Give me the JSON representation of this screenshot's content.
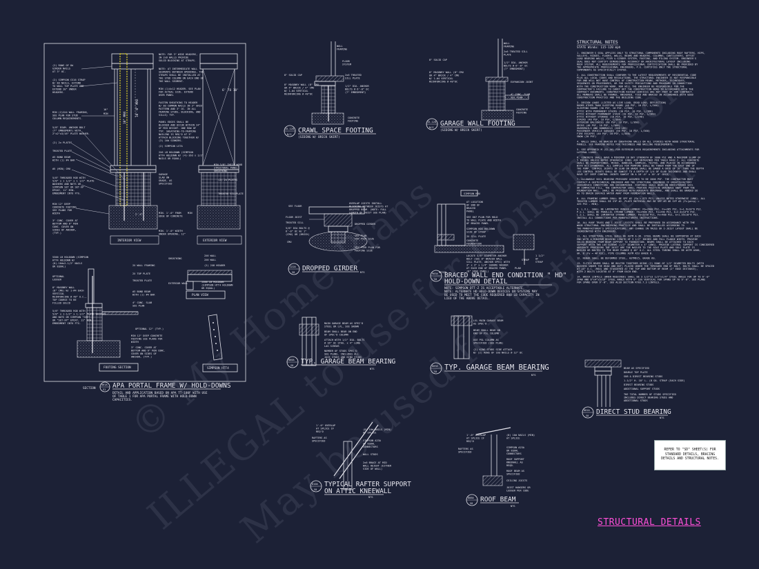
{
  "watermark": {
    "lines": [
      "© My Home Plans",
      "ILLEGAL to use for Construction",
      "May be used for Estimation"
    ]
  },
  "portal_frame": {
    "notes_left": [
      "(2) ROWS OF 8d",
      "GIRDER NAILS",
      "AT 3\" OC.",
      "(2) SIMPSON CS16 STRAP",
      "W/ 8d NAILS, EXTEND",
      "TO WALL TOP PLATE AND",
      "EXTEND 20\" UNDER",
      "HEADERS.",
      "MIN (2)2X4 WALL FRAMING,",
      "SEE PLAN FOR STUD",
      "COLUMN REQUIREMENTS.",
      "5/8\" DIAM. ANCHOR BOLT",
      "(7\" EMBEDMENT) WITH",
      "2\"x2\"x3/16\" PLATE WASHER.",
      "(2) 2x PLATES",
      "TREATED PLATE",
      "#3 BOND BEAM",
      "WITH (1) #4 BAR",
      "#5 (MIN) CMU",
      "5/8\" THREADED ROD WITH",
      "5/8\" x 1 1/2\" x 1 1/2\" PLATE",
      "WASHERS AND NUTS OR",
      "SIMPSON SET OR SET-XP",
      "EPOXY, 11\" MIN.",
      "EMBEDMENT INTO FTG.",
      "MIN 12\" DEEP",
      "CONCRETE FOOTING",
      "SEE PLANS FOR",
      "WIDTH",
      "3\" CONC. COVER AT",
      "BOTTOM AND 6\" MIN",
      "CONC. COVER ON",
      "SIDES OF ANCHOR,",
      "(TYP.)"
    ],
    "notes_right": [
      "NOTE: FOR 3\" WIDE HEADERS,",
      "IN 2x6 WALLS PROVIDE",
      "SOLID BLOCKING AT STRAPS.",
      "NOTE: AT INTERMEDIATE WALL",
      "SEGMENTS BETWEEN OPENINGS, THE",
      "STRAPS SHALL BE INSTALLED AT",
      "THE STUD COLUMN ON EACH END OF",
      "THE WALL SEGMENT.",
      "MIN (1)4x12 HEADER. SEE PLAN",
      "FOR ACTUAL SIZE. EXTEND",
      "OVER PANEL",
      "FASTEN SHEATHING TO HEADER",
      "W/ 8d COMMON NAILS IN 3\" GRID",
      "PATTERN AND 3\" OC. IN ALL",
      "FRAMING STUDS, BLOCKING, AND",
      "SILLS) TYP.",
      "PANEL EDGES SHALL BE",
      "BLOCKED AND OCCUR WITHIN 24\"",
      "OF MID HEIGHT. ONE ROW OF",
      "TYP. SHEATHING-TO-FRAMING",
      "NAILING IS REQ'D AT 3\"",
      "ATTACH BLOCKING TOGETHER W/",
      "(3) 16d SINKERS.",
      "(2) SIMPSON LSTA",
      "2X6 LB HOLDOWN (SIMPSON",
      "HTT4 HOLDOWN W/ (4)-16d x 1/2\"",
      "NAILS OR EQUAL)",
      "GARAGE",
      "SLAB ON",
      "GRADE, AS",
      "SPECIFIED",
      "MIN. 1'-0\" FROM",
      "EDGE OF CONCRETE",
      "MIN. 1'-0\" WIDTH",
      "UNDER OPENING, 12\""
    ],
    "notes_far": [
      "MIN 3/8\" THICK WOOD",
      "STRUCTURAL PANEL",
      "SHEATHING",
      "(2) 2x PLATES",
      "TREATED SILLPLATE"
    ],
    "dims": [
      "6' TO 18'",
      "16\"",
      "10\" MAX",
      "MIN",
      "10'-0\" MAX",
      "2'-6\"",
      "MIN"
    ],
    "interior_label": "INTERIOR VIEW",
    "exterior_label": "EXTERIOR VIEW",
    "footing_notes": [
      "5300 LB HOLDOWN (SIMPSON",
      "HTT4 HOLDOWN W/",
      "(8)-16dx2-1/2\" NAILS",
      "OR EQUAL)",
      "OPTIONAL",
      "LEDGER",
      "8\" MASONRY WALL",
      "(8\" CMU) W/ 1-#4 EACH",
      "VERTICAL",
      "REINFORCING @ 48\" O.C.,",
      "TOP COURSE TO BE",
      "FILLED SOLID",
      "5/8\" THREADED ROD WITH",
      "5/8\" x 1-1/2\" x 1-1/2\" PLATE WASHERS",
      "AND NUTS OR SIMPSON \"SET\"",
      "OR \"SET-XP\" EPOXY, 11\" MIN.",
      "EMBEDMENT INTO FTG."
    ],
    "footing_right": [
      "2X WALL FRAMING",
      "2X TOP PLATE",
      "TREATED PLATE",
      "#3 BOND BEAM",
      "WITH (1) #4 BAR",
      "4\" CONC. SLAB",
      "SEE PLAN",
      "OPTIONAL 12\" (TYP.)",
      "MIN 12\" DEEP CONCRETE",
      "FOOTING SEE PLANS FOR",
      "WIDTH",
      "3\" CONC. COVER AT",
      "BOTTOM AND 6\" MIN CONC.",
      "COVER ON SIDES OF",
      "ANCHOR, (TYP.)"
    ],
    "plan_notes": [
      "SHEATHING",
      "EXTERIOR WALL",
      "2X6 WALL",
      "2X6 WALL",
      "(2) 2X8 HEADER",
      "5300 LB HOLDOWN",
      "(SIMPSON HTT4 HOLDOWN",
      "OR EQUAL)"
    ],
    "plan_label": "PLAN VIEW",
    "footing_label": "FOOTING SECTION",
    "simpson_label": "SIMPSON HTT4",
    "section_label": "SECTION",
    "tag": "801A",
    "tag_sheet": "S1",
    "title": "APA PORTAL FRAME W/ HOLD-DOWNS",
    "desc": [
      "DETAIL AND APPLICATION BASED ON APA TT-100F WITH USE",
      "OF TABLE 1 FOR APA PORTAL FRAME WITH HOLD-DOWN",
      "CAPACITIES."
    ]
  },
  "crawl": {
    "notes": [
      "8\" SOLID CAP",
      "8\" MASONRY WALL (8\" CMU",
      "OR 4\" BRICK / 4\" CMU",
      "W/ 1-#4 VERTICAL",
      "REINFORCING @ 48\"OC",
      "WALL",
      "FRAMING",
      "FLOOR",
      "SYSTEM",
      "2x6 TREATED",
      "SILL PLATE",
      "1/2\" DIA. ANCHOR",
      "BOLTS @ 6'-0\" OC",
      "(7\" EMBEDMENT)",
      "CONCRETE",
      "FOOTING",
      "4\" CONC. SLAB",
      "SEE PLAN",
      "EXPANSION JOINT",
      "2x6 TREATED SILL",
      "PLATE",
      "1/2\" DIA. ANCHOR",
      "BOLTS @ 6'-0\" OC",
      "(7\" EMBEDMENT)"
    ],
    "tag": "15-120",
    "tag_sheet": "N/S",
    "title": "CRAWL SPACE FOOTING",
    "sub": "(SIDING W/ BRICK SKIRT)",
    "tag2": "15-120",
    "tag2_sheet": "N/S",
    "title2": "GARAGE WALL FOOTING",
    "sub2": "(SIDING W/ BRICK SKIRT)"
  },
  "dropped": {
    "notes": [
      "SEE FLOOR",
      "FLOOR JOIST",
      "TREATED SILL",
      "5/8\" DIA BOLTS @",
      "6'-0\" OC W/ 1\"",
      "(CMU) OR (BRICK)",
      "OVERLAP JOISTS INSTALL",
      "BLOCKING BETWEEN JOISTS AT",
      "DROPPED BEAM. (NOTE: FULL",
      "LENGTH OF JOIST SEE PLAN)",
      "DROPPED GIRDER",
      "SEE PLAN",
      "FOR PIER SIZE",
      "SEE PIER PLAN FOR",
      "FOOTING SIZE",
      "CMU"
    ],
    "tag": "122A",
    "tag_sheet": "S0",
    "title": "DROPPED GIRDER",
    "scale": "NTS"
  },
  "braced": {
    "notes": [
      "SIMPSON HDU",
      "AT LOCATION",
      "OF END OF",
      "BRACED",
      "PANEL",
      "SEE 807 PLAN FOR HOLD",
      "TO WALL PLATE AND WIDTH",
      "OF BRACED PANEL",
      "SIMPSON HDU HOLDOWN",
      "SIZE OF STRAP",
      "2X SILL PLATE",
      "CONCRETE",
      "FOUNDATION",
      "LOCATE 5/8\" DIAMETER ANCHOR",
      "BOLT (SEE 8\" BRACED WALL",
      "SILL PLATE, ANCHOR SPEC) WITH",
      "3\" x 3\" x 1/4\" SQUARE WASHER",
      "AT EACH END OF BRACED PANEL",
      "(8\" EDGE PANEL)",
      "BEGIN",
      "STRAP",
      "PLAN",
      "1 1/2\"",
      "OF",
      "STRAP"
    ],
    "tag": "903A",
    "tag_sheet": "S0",
    "title": "BRACED WALL END CONDITION \" HD\"",
    "title2": "HOLD-DOWN DETAIL",
    "desc": [
      "NOTE: SIMPSON DTT-Z IS ACCEPTABLE ALTERNATE.",
      "NOTE: ALTERNATE HD HOLD-DOWN DEVICES OR SYSTEMS MAY",
      "BE USED TO MEET THE CODE REQUIRED 800 LB CAPACITY IN",
      "LIEU OF THE ABOVE DETAIL."
    ]
  },
  "gbeam1": {
    "notes": [
      "MAIN GARAGE BEAM AS SPEC'D",
      "STEEL OR LVL, SEE SHOWN",
      "BEAM SHALL BEAR ON END",
      "OF SPEC'D COLUMN",
      "ATTACH WITH 1/2\" DIA. BOLTS",
      "@ 16\" OC STAG. x 4\" LONG",
      "LAG SCREWS",
      "NUMBER OF STUDS SPEC'D",
      "SEE PLANS. INCLUDES ALL",
      "JACK STUDS AND KING STUDS"
    ],
    "tag": "808A",
    "tag_sheet": "S0",
    "title": "TYP. GARAGE BEAM BEARING",
    "scale": "NTS"
  },
  "gbeam2": {
    "notes": [
      "LVL MAIN GARAGE BEAM",
      "AS SPEC'D",
      "BEAM SHALL BEAR ON",
      "END OF PSL COLUMN",
      "USE PSL COLUMN AS",
      "SPECIFIED (SEE PLAN)",
      "(2) KING STUDS SIDE ATTACH",
      "W/ (2) ROWS OF 16d NAILS @ 12\" OC"
    ],
    "tag": "809A",
    "tag_sheet": "S0",
    "title": "TYP. GARAGE BEAM BEARING",
    "scale": "NTS"
  },
  "rafter": {
    "notes": [
      "1'-0\" OVERLAP",
      "AT SPLICE IF",
      "REQ'D",
      "(8) 10d NAILS (MIN)",
      "AT SPLICE",
      "RAFTERS AS",
      "SPECIFIED",
      "SIMPSON A23A",
      "OR EQUAL",
      "CONNECTORS",
      "WALL STUDS",
      "2x6 BRACE AT MID",
      "WALL HEIGHT (EITHER",
      "SIDE OF WALL)"
    ],
    "tag": "810A",
    "tag_sheet": "S0",
    "title": "TYPICAL RAFTER SUPPORT",
    "title2": "ON ATTIC KNEEWALL",
    "scale": "NTS"
  },
  "roofbeam": {
    "notes": [
      "1'-0\" OVERLAP",
      "AT SPLICE IF",
      "REQ'D",
      "(8) 10d NAILS (MIN)",
      "AT SPLICE",
      "RAFTERS AS",
      "SPECIFIED",
      "SIMPSON A23A",
      "OR EQUAL",
      "CONNECTORS",
      "ROOF SUPPORT",
      "KNEEWALL AS",
      "REQD.",
      "ROOF BEAM AS",
      "SPECIFIED",
      "CEILING JOISTS",
      "JOIST HANGERS OR",
      "LEDGER PER CODE"
    ],
    "tag": "808A",
    "tag_sheet": "S0",
    "title": "ROOF BEAM",
    "scale": "NTS"
  },
  "direct": {
    "notes": [
      "BEAM AS SPECIFIED",
      "DOUBLE TOP PLATE",
      "SUB & DIRECT BEARING STUDS",
      "1-1/2\" H. 18\" L. (8 GA. STRAP (EACH SIDE)",
      "DIRECT BEARING STUDS",
      "ADDITIONAL SUPPORT STUDS",
      "THE TOTAL NUMBER OF STUDS SPECIFIED",
      "INCLUDES DIRECT BEARING STUDS AND",
      "ADDITIONAL STUDS"
    ],
    "tag": "801A",
    "tag_sheet": "S0",
    "title": "DIRECT STUD BEARING",
    "scale": "NTS"
  },
  "structural_notes": {
    "title": "STRUCTURAL NOTES",
    "state": "STATE Windu: 115-120 mph",
    "items": [
      [
        "1.  ENGINEER'S SEAL APPLIES ONLY TO STRUCTURAL COMPONENTS INCLUDING ROOF RAFTERS, HIPS,",
        "    VALLEYS, RIDGES, FLOORS, WALLS, BEAMS AND HEADERS, COLUMNS, CANTILEVERS, OFFSET",
        "    LOAD BEARING WALLS, PIER & GIRDER SYSTEM, FOOTING, AND PILING SYSTEM. ENGINEER'S",
        "    SEAL DOES NOT CERTIFY DIMENSIONAL ACCURACY OR ARCHITECTURAL LAYOUT INCLUDING",
        "    ROOF SYSTEM. ALL REQUIREMENTS FOR PROFESSIONAL CERTIFICATION SHALL BE PROVIDED BY",
        "    THE APPROPRIATE PROFESSIONAL ENGINEERS, P.E. CERTIFIES ONLY THE STRUCTURAL",
        "    COMPONENTS AS SPECIFICALLY STATED."
      ],
      [
        "2.  ALL CONSTRUCTION SHALL CONFORM TO THE LATEST REQUIREMENTS OF RESIDENTIAL CODE",
        "    PLUS ALL LOCAL CODES AND REGULATIONS. THE STRUCTURAL ENGINEER IS NOT RESPONSIBLE",
        "    FOR AND WILL NOT HAVE CONTROL OF CONSTRUCTION MEANS, METHODS, TECHNIQUES,",
        "    SEQUENCES OR PROCEDURES, OR FOR SAFETY PRECAUTIONS AND PROGRAMS IN CONNECTION",
        "    WITH THE CONSTRUCTION WORK. NOR WILL THE ENGINEER BE RESPONSIBLE FOR THE",
        "    CONTRACTOR'S FAILURE TO CARRY OUT THE CONSTRUCTION WORK IN ACCORDANCE WITH THE",
        "    CONTRACT DOCUMENTS. CONSTRUCTION REVIEW SERVICES ARE NOT PART OF OUR CONTRACT.",
        "    ALL MEMBERS SHALL BE FRAMED, ANCHORED, TIED AND BRACED IN ACCORDANCE WITH GOOD",
        "    CONSTRUCTION PRACTICE AND THE BUILDING CODE."
      ],
      [
        "3.  DESIGN LOADS (LISTED AS LIVE LOAD, DEAD LOAD, DEFLECTION)",
        "    ROOMS OTHER THAN SLEEPING ROOMS (40 PSF, 10 PSF, L/360)",
        "    SLEEPING ROOMS (30 PSF, 10 PSF, L/360)",
        "    ATTIC WITH PERMANENT STAIRS (30 PSF, 10 PSF, L/360)",
        "    ATTIC WITHOUT PERMANENT STAIR (20 PSF, 10 PSF, L/360)",
        "    ATTIC WITHOUT STORAGE (10 PSF, 10 PSF, L/240)",
        "    STAIRS (40 PSF, 10 PSF, L/360)",
        "    EXTERIOR BALCONIES (60 PSF, 10 PSF, L/360)",
        "    DECKS (40 PSF, 10 PSF, L/360)",
        "    GUARDRAILS AND HANDRAILS (200 LBS)",
        "    PASSENGER VEHICLE GARAGES (50 PSF, 10 PSF, L/360)",
        "    FIRE ESCAPES (40 PSF, 10 PSF, L/360)",
        "    SNOW (20 PSF)"
      ],
      [
        "4.  WALLS SHALL BE BRACED BY SHEATHING WALLS ON ALL STORIES WITH WOOD STRUCTURAL",
        "    PANELS. SEE FRAMING NOTES FOR THICKNESS AND NAILING REQUIREMENTS."
      ],
      [
        "5.  SEE APPENDIX M (S2.A6) FOR EXTERIOR DECK REQUIREMENTS INCLUDING ATTACHMENTS FOR",
        "    LATERAL LOADS."
      ],
      [
        "6.  CONCRETE SHALL HAVE A MINIMUM 28 DAY STRENGTH OF 3000 PSI AND A MAXIMUM SLUMP OF",
        "    5 INCHES UNLESS NOTED OTHERWISE (UNO) AIR ENTRAINED PER TABLE R402.2. ALL CONCRETE",
        "    SHALL BE PROPORTIONED, MIXED, HANDLED, SAMPLED, TESTED, AND PLACED IN ACCORDANCE",
        "    WITH ACI STANDARDS. ALL SAMPLES FOR PUMPING SHALL BE TAKEN FROM THE EXIT END OF",
        "    THE PUMP. CONTROL JOINTS IN SLAB ON GRADE SHALL BE SAWED A GRID OF 10' THRU THE DEPTH",
        "    (SS CONTROL JOINTS SHALL BE SAWCUT TO A DEPTH OF 1/4 OF SLAB THICKNESS AND SHALL",
        "    HAVE 12\" DEEP CONTROL JOINTS SAWCUT IN A 10'-0\" x 10'-0\" GRID)."
      ],
      [
        "7.  ALLOWABLE SOIL BEARING PRESSURE ASSUMED TO BE 2000 PSF. THE CONTRACTOR MUST",
        "    CONTACT A GEOTECHNICAL ENGINEER AND THE STRUCTURAL ENGINEER IF UNSATISFACTORY",
        "    SUBSURFACE CONDITIONS ARE ENCOUNTERED. FOOTINGS SHALL BEAR ON UNDISTURBED SOIL",
        "    OR COMPACTED FILL. THE CONTRACTOR SHALL PROVIDE POSITIVE DRAINAGE AWAY FROM THE",
        "    FOUNDATION WALL. SHALL BE PROVIDED WITH ADEQUATE DRAINAGE, AND SHALL BE GRADED SO",
        "    AS TO DRAIN SURFACE WATER AWAY FROM FOUNDATION WALLS."
      ],
      [
        "8.  ALL FRAMING LUMBER SHALL BE SPF #2 (Fb = 875 PSI) UNLESS NOTED OTHERWISE (UNO). ALL",
        "    TREATED LUMBER SHALL BE SYP #2. PLATE MATERIAL MAY BE SPF #3 OR SYP #3 (Fc(perp) =",
        "    425 PSI - MIN)."
      ],
      [
        "9.  L.V.L. SHALL BE LAMINATED VENEER LUMBER: Fb=2600 PSI, Fv=285 PSI, E=1.9x10^6 PSI.",
        "    P.S.L. SHALL BE PARALLEL STRAND LUMBER: Fb=2900 PSI, Fv=290 PSI, E=2.0x10^6 PSI.",
        "    L.S.L. SHALL BE LAMINATED STRAND LUMBER: Fb=2250 PSI, Fv=400 PSI, E=1.55x10^6 PSI.",
        "    INSTALL ALL CONNECTIONS PER MANUFACTURERS INSTRUCTIONS."
      ],
      [
        "10. ALL ROOF TRUSS AND I-JOIST (JOISTS SHALL BE PREPARED IN ACCORDANCE WITH THE",
        "    WOOD STRUCTURAL ENGINEERING PRACTICE AND SHALL BE INSTALLED ACCORDING TO",
        "    THE MANUFACTURER'S SPECIFICATIONS. ANY CHANGE IN TRUSS OR I-JOIST LAYOUT SHALL BE",
        "    COORDINATED WITH ENGINEERS."
      ],
      [
        "11. ALL STRUCTURAL STEEL SHALL BE ASTM A-36. STEEL BEAMS SHALL BE SUPPORTED AT EACH",
        "    END WITH A MINIMUM BEARING LENGTH OF 3 1/2\" INCHES AND FULL FLANGE WIDTH. PROVIDE",
        "    SOLID BEARING FROM BEAM SUPPORT TO FOUNDATION. BEAMS SHALL BE ATTACHED TO EACH",
        "    SUPPORT WITH TWO LAG SCREWS (1/2\" DIAMETER x 4\" LONG). PROVIDE LATERAL SUPPORT IS CONSIDERED",
        "    ADEQUATE PROVIDING THE JOIST ARE TOE NAILED TO THE SOLE PLATE AND SOLE PLATE IS",
        "    NAILED OR BOLTED TO THE BEAM FLANGE @ 48\" O.C. ALL STEEL TUBING SHALL BE ASTM A500,",
        "    GR. B (Fy = 46 KSI), PIPE COLUMNS ASTM A53 GRADE B."
      ],
      [
        "12. REBAR SHALL BE DEFORMED STEEL, ASTM615, GRADE 60."
      ],
      [
        "13. FLITCH BEAMS SHALL BE BOLTED TOGETHER USING (2) ROWS OF 1/2\" DIAMETER BOLTS (WITH",
        "    WASHERS UNDER THE HEAD AND NUT) PLACED UNDER THE THREADED END OF BOLT. BOLTS SHALL BE SPACED",
        "    AT 24\" O.C. (MAX) AND STAGGERED AT THE TOP AND BOTTOM OF BEAM (2\" EDGE DISTANCE),",
        "    WITH 2 BOLTS LOCATED AT 6\" FROM EACH END."
      ],
      [
        "14. BRICK LINTELS (WHEN REQUIRED) SHALL BE 3 1/2\"x3 1/2\"x1/4\" STEEL ANGLE FOR UP TO 6'-0\"",
        "    SPAN AND 6\"x4\"x5/16\" STEEL ANGLE WITH 6\" LEG VERTICAL FOR SPANS UP TO 9'-0\". SEE PLANS",
        "    FOR SPANS OVER 9'-0\". SEE ALSO SECTION R703.7.3 LINTELS."
      ]
    ]
  },
  "notes_box": [
    "REFER TO \"SD\" SHEET(S) FOR",
    "STANDARD DETAILS, BRACING",
    "DETAILS AND STRUCTURAL NOTES."
  ],
  "sheet_title": "STRUCTURAL DETAILS",
  "colors": {
    "background": "#1c2136",
    "linework": "#e6e6ee",
    "accent": "#ff4fd8",
    "highlight": "#e6d82a"
  }
}
